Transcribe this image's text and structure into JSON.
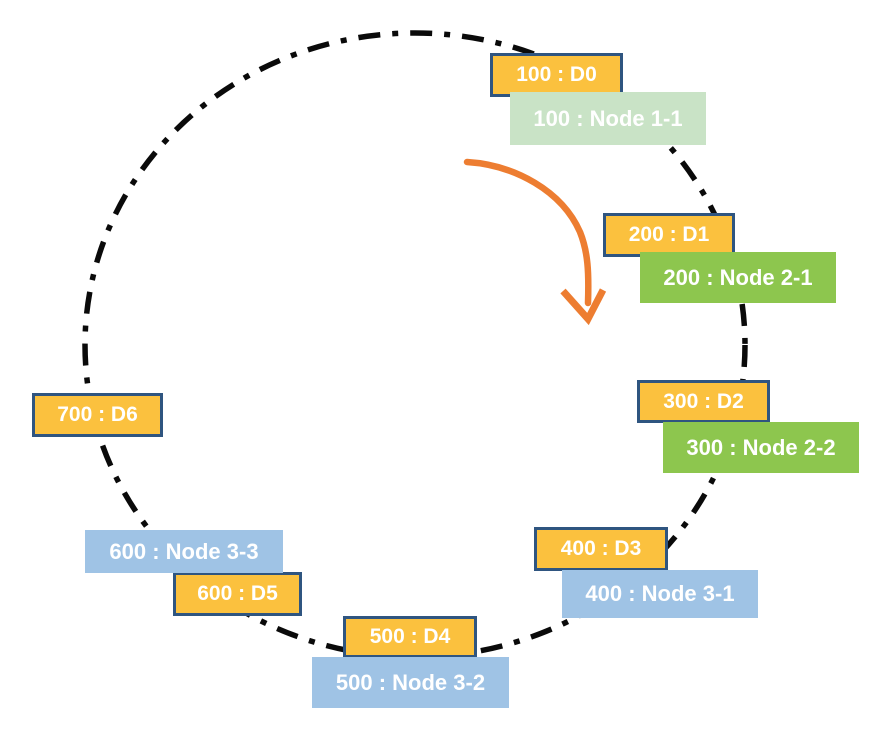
{
  "diagram_type": "consistent-hash-ring",
  "colors": {
    "data-box": "#FBC13E",
    "data-border": "#2F5580",
    "node-green-light": "#C9E3C6",
    "node-green": "#8DC64E",
    "node-blue": "#9FC3E5",
    "arrow": "#ED7D31",
    "ring": "#0a0a0a",
    "label-text": "#FFFFFF"
  },
  "ring": {
    "style": "dash-dot",
    "direction_arrow": "clockwise"
  },
  "entries": [
    {
      "data_label": "100 : D0",
      "node_label": "100 : Node 1-1",
      "node_color": "green-light"
    },
    {
      "data_label": "200 : D1",
      "node_label": "200 : Node 2-1",
      "node_color": "green"
    },
    {
      "data_label": "300 : D2",
      "node_label": "300 : Node 2-2",
      "node_color": "green"
    },
    {
      "data_label": "400 : D3",
      "node_label": "400 : Node 3-1",
      "node_color": "blue"
    },
    {
      "data_label": "500 : D4",
      "node_label": "500 : Node 3-2",
      "node_color": "blue"
    },
    {
      "data_label": "600 : D5",
      "node_label": "600 : Node 3-3",
      "node_color": "blue"
    },
    {
      "data_label": "700 : D6"
    }
  ]
}
